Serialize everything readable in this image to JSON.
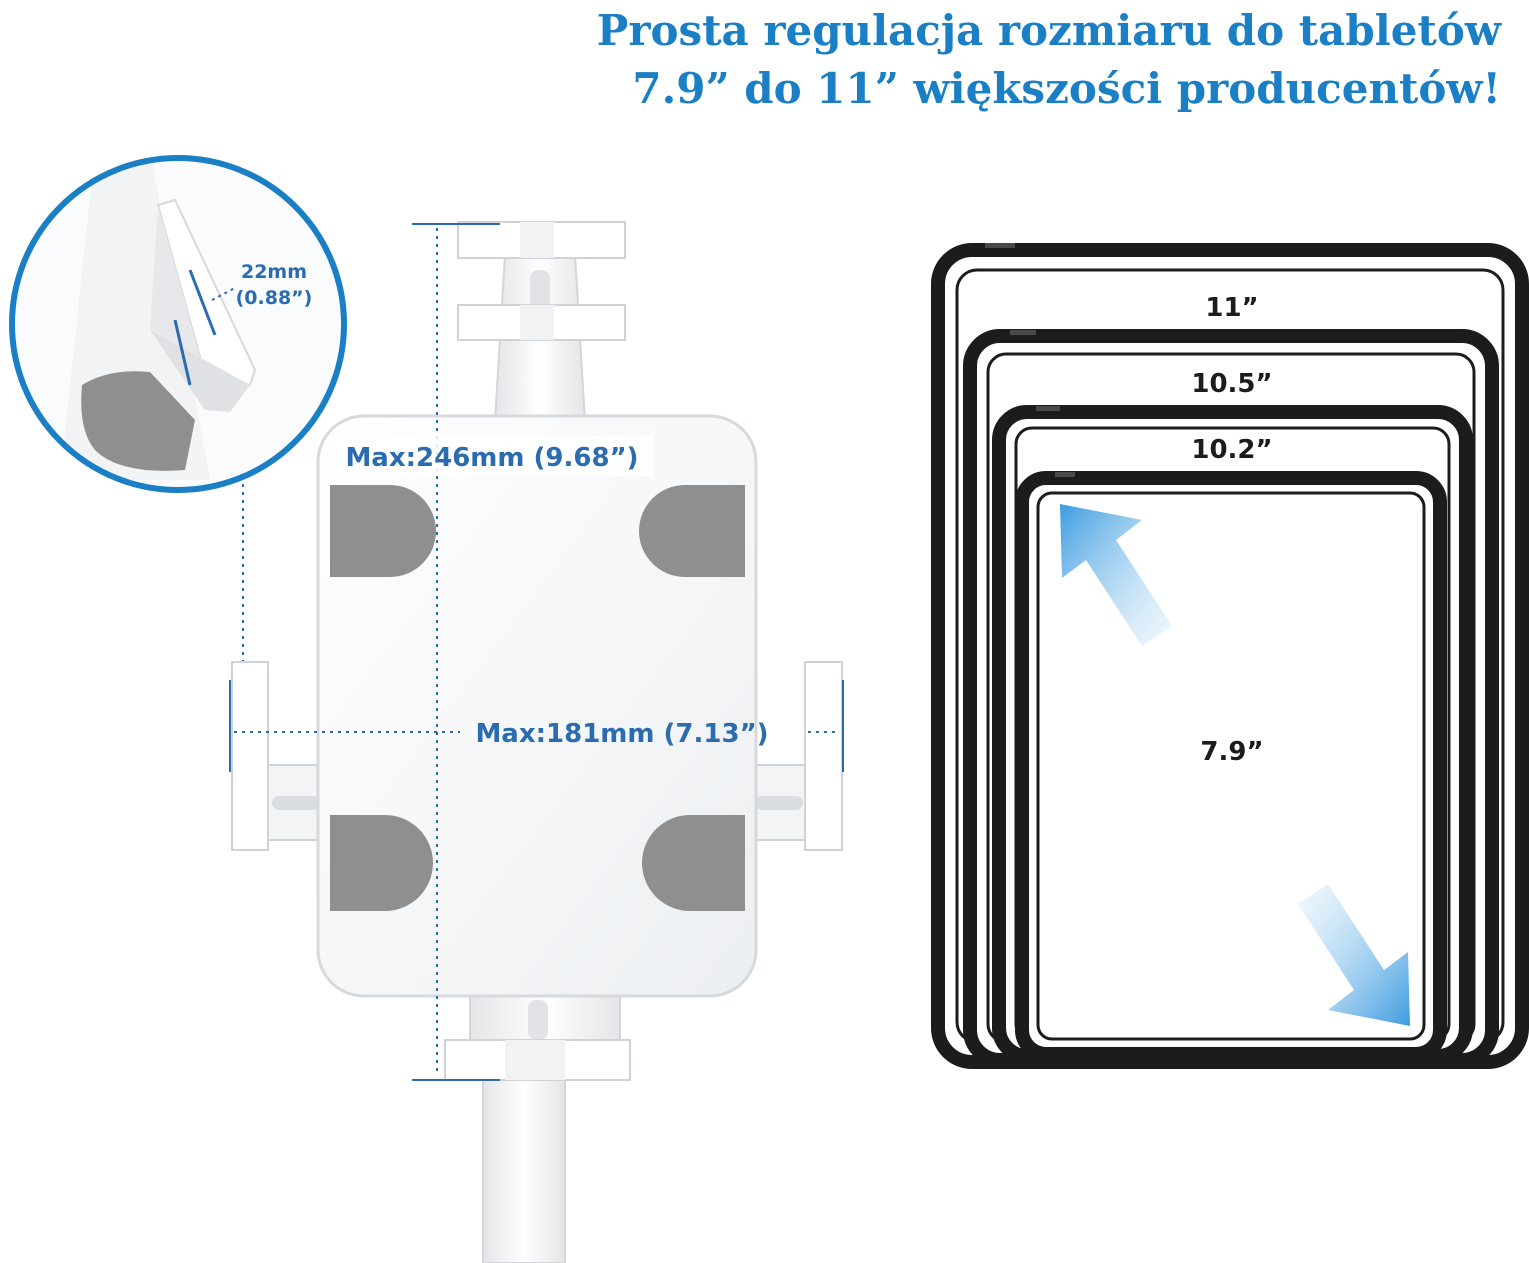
{
  "headline": {
    "line1": "Prosta regulacja rozmiaru do tabletów",
    "line2": "7.9” do 11” większości producentów!"
  },
  "detail_callout": {
    "depth_mm": "22mm",
    "depth_in": "(0.88”)"
  },
  "holder_dimensions": {
    "max_height": "Max:246mm (9.68”)",
    "max_width": "Max:181mm (7.13”)"
  },
  "tablet_sizes": [
    "11”",
    "10.5”",
    "10.2”",
    "7.9”"
  ],
  "colors": {
    "accent": "#1a7fc4",
    "dimension_blue": "#2b6cb0",
    "grip_gray": "#8f8f8f",
    "frame_black": "#1c1c1c"
  }
}
